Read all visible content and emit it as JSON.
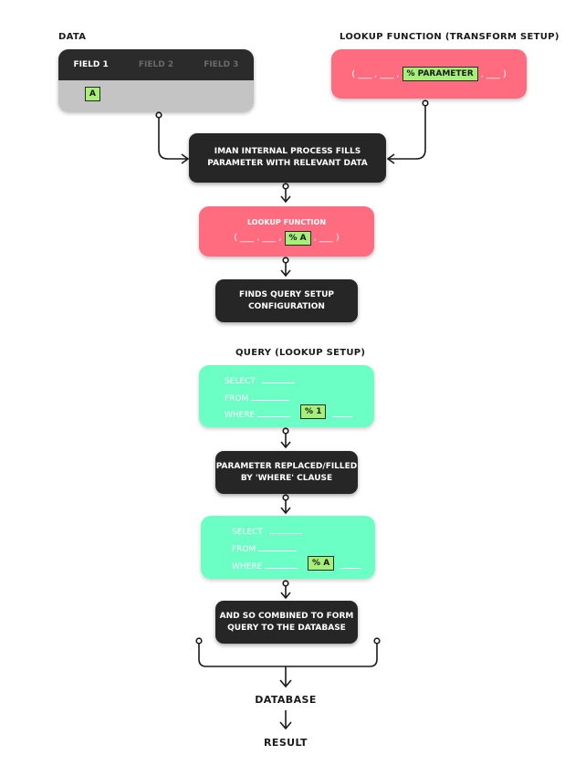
{
  "data_section": {
    "title": "DATA",
    "fields": [
      "FIELD 1",
      "FIELD 2",
      "FIELD 3"
    ],
    "value_chip": "A"
  },
  "lookup_transform": {
    "title": "LOOKUP FUNCTION (TRANSFORM SETUP)",
    "open_paren": "(",
    "blank_1": "___",
    "comma_1": ",",
    "blank_2": "___",
    "comma_2": ",",
    "param_chip": "% PARAMETER",
    "comma_3": ",",
    "blank_3": "___",
    "close_paren": ")"
  },
  "step_internal_process": {
    "line1": "IMAN INTERNAL PROCESS FILLS",
    "line2": "PARAMETER WITH RELEVANT DATA"
  },
  "lookup_function": {
    "title": "LOOKUP FUNCTION",
    "open_paren": "(",
    "blank_1": "___",
    "comma_1": ",",
    "blank_2": "___",
    "comma_2": ",",
    "param_chip": "% A",
    "comma_3": ",",
    "blank_3": "___",
    "close_paren": ")"
  },
  "step_find_query": {
    "line1": "FINDS QUERY SETUP",
    "line2": "CONFIGURATION"
  },
  "query_setup": {
    "title": "QUERY (LOOKUP SETUP)",
    "select": "SELECT",
    "from": "FROM",
    "where": "WHERE",
    "param_chip": "% 1"
  },
  "step_param_replaced": {
    "line1": "PARAMETER REPLACED/FILLED",
    "line2": "BY 'WHERE' CLAUSE"
  },
  "query_filled": {
    "select": "SELECT",
    "from": "FROM",
    "where": "WHERE",
    "param_chip": "% A"
  },
  "step_combined": {
    "line1": "AND SO COMBINED TO FORM",
    "line2": "QUERY TO THE DATABASE"
  },
  "database": "DATABASE",
  "result": "RESULT",
  "colors": {
    "dark": "#262626",
    "pink": "#ff6b7f",
    "mint": "#6bffc6",
    "chip": "#a6f07a",
    "card_gray": "#c4c4c4"
  }
}
